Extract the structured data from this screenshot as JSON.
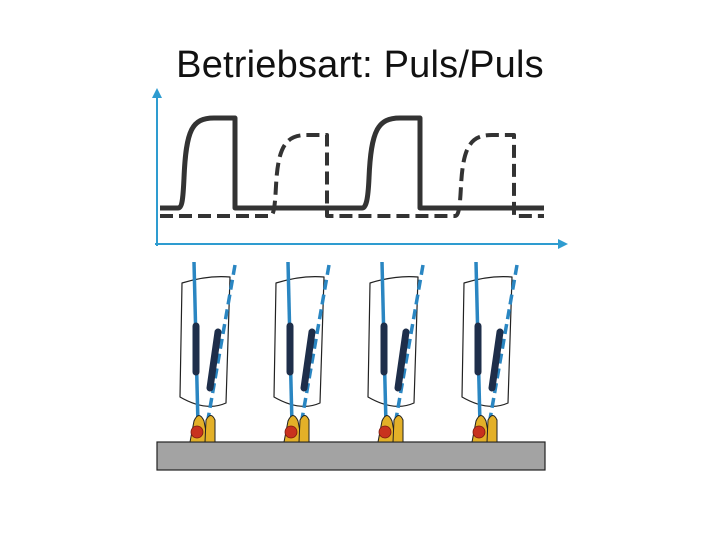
{
  "title": "Betriebsart: Puls/Puls",
  "colors": {
    "waveform": "#333333",
    "axis": "#2e9cd0",
    "wire": "#2a86c2",
    "contact_tube": "#1e2e4a",
    "droplet_base": "#e3b028",
    "droplet_core": "#c8321e",
    "workpiece": "#a3a3a3",
    "outline": "#222222"
  },
  "diagram": {
    "waveforms": [
      {
        "name": "lead-wire-current",
        "style": "solid"
      },
      {
        "name": "trail-wire-current",
        "style": "dashed"
      }
    ],
    "torch_count": 4,
    "icons": [
      "axis-arrow-icon",
      "welding-torch-icon",
      "droplet-icon",
      "workpiece-plate-icon"
    ]
  }
}
